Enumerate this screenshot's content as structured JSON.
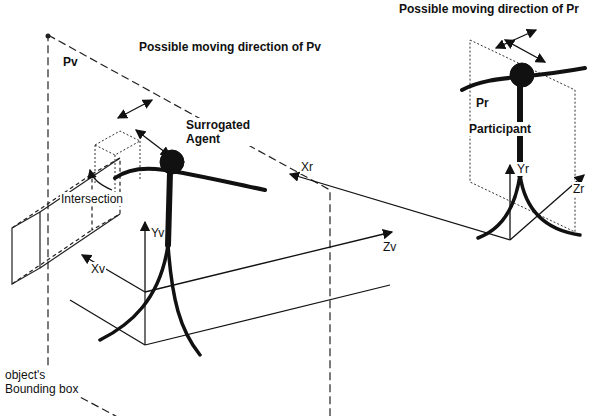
{
  "diagram": {
    "labels": [
      "Possible moving direction of Pv",
      "Pv",
      "Intersection",
      "Surrogated Agent",
      "Yv",
      "Xv",
      "Zv",
      "object's Bounding box",
      "Possible moving direction of Pr",
      "Pr",
      "Participant",
      "Yr",
      "Xr",
      "Zr"
    ]
  }
}
